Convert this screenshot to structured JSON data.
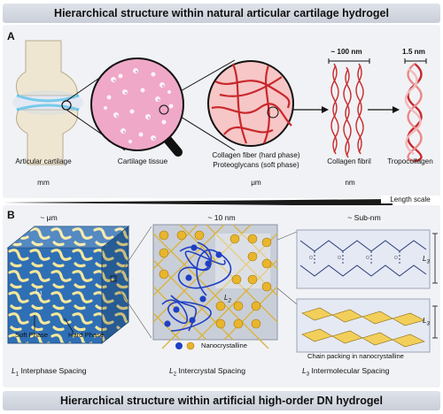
{
  "top_title": "Hierarchical structure within natural articular cartilage hydrogel",
  "bottom_title": "Hierarchical structure within artificial high-order DN hydrogel",
  "panel_a": {
    "letter": "A",
    "labels": {
      "articular": "Articular cartilage",
      "tissue": "Cartilage tissue",
      "fiber_line1": "Collagen fiber  (hard phase)",
      "fiber_line2": "Proteoglycans  (soft phase)",
      "fibril": "Collagen fibril",
      "tropo": "Tropocollagen",
      "scale_fibril": "~ 100 nm",
      "scale_tropo": "1.5 nm"
    },
    "units": {
      "mm": "mm",
      "um": "μm",
      "nm": "nm"
    }
  },
  "length_scale": "Length scale",
  "panel_b": {
    "letter": "B",
    "scales": {
      "s1": "~ μm",
      "s2": "~ 10 nm",
      "s3": "~ Sub-nm"
    },
    "labels": {
      "soft": "Soft Phase",
      "hard": "Hard Phase",
      "nano": "Nanocrystalline",
      "chain": "Chain packing in nanocrystalline"
    },
    "spacings": {
      "l1_sym": "L",
      "l1_sub": "1",
      "l1_text": "Interphase Spacing",
      "l2_sym": "L",
      "l2_sub": "2",
      "l2_text": "Intercrystal Spacing",
      "l3_sym": "L",
      "l3_sub": "3",
      "l3_text": "Intermolecular Spacing"
    }
  },
  "colors": {
    "banner": "#d3d7df",
    "panel": "#f1f2f5",
    "blue_phase": "#2f6fb5",
    "yellow_phase": "#f4e79a",
    "collagen_red": "#c8282c",
    "tissue_pink": "#efaac7",
    "gold_sphere": "#e8b52c"
  }
}
